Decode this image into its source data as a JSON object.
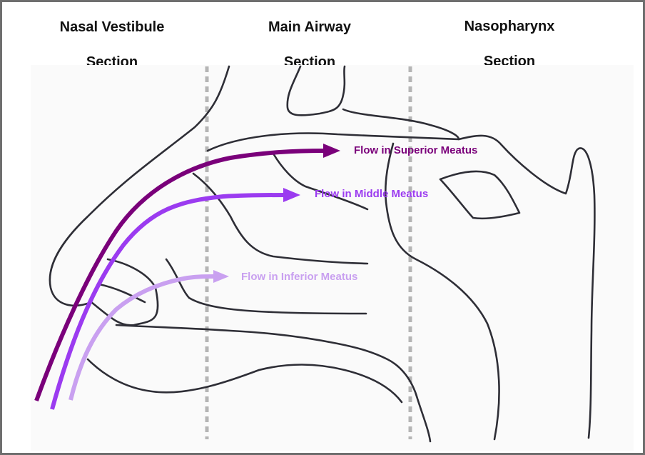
{
  "sections": [
    {
      "line1": "Nasal Vestibule",
      "line2": "Section"
    },
    {
      "line1": "Main Airway",
      "line2": "Section"
    },
    {
      "line1": "Nasopharynx",
      "line2": "Section"
    }
  ],
  "flows": {
    "superior": {
      "label": "Flow in Superior Meatus",
      "color": "#7a007a"
    },
    "middle": {
      "label": "Flow in Middle Meatus",
      "color": "#9b3bf0"
    },
    "inferior": {
      "label": "Flow in Inferior Meatus",
      "color": "#c9a0f0"
    }
  },
  "colors": {
    "outline": "#2e2e36",
    "divider": "#b5b5b5",
    "frame": "#6e6e6e"
  }
}
